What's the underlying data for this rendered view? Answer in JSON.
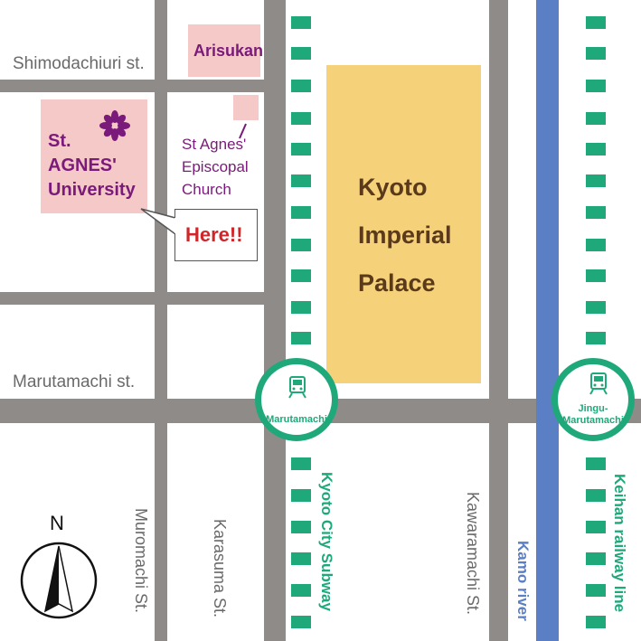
{
  "streets": {
    "shimodachiuri": "Shimodachiuri st.",
    "marutamachi": "Marutamachi st.",
    "muromachi": "Muromachi St.",
    "karasuma": "Karasuma St.",
    "kawaramachi": "Kawaramachi St."
  },
  "lines": {
    "subway": "Kyoto City Subway",
    "keihan": "Keihan railway line",
    "river": "Kamo river"
  },
  "places": {
    "arisukan": "Arisukan",
    "university_line1": "St.",
    "university_line2": "AGNES'",
    "university_line3": "University",
    "church_line1": "St Agnes'",
    "church_line2": "Episcopal",
    "church_line3": "Church",
    "palace_line1": "Kyoto",
    "palace_line2": "Imperial",
    "palace_line3": "Palace"
  },
  "callout": "Here!!",
  "stations": {
    "marutamachi": "Marutamachi",
    "jingu_line1": "Jingu-",
    "jingu_line2": "Marutamachi"
  },
  "compass": {
    "label": "N"
  },
  "colors": {
    "road": "#8f8b88",
    "rail": "#1fa87a",
    "river": "#5b7fc4",
    "palace": "#f5d27a",
    "highlight": "#f6c9c9",
    "label_purple": "#7a1a7a",
    "callout_red": "#d0262a"
  }
}
